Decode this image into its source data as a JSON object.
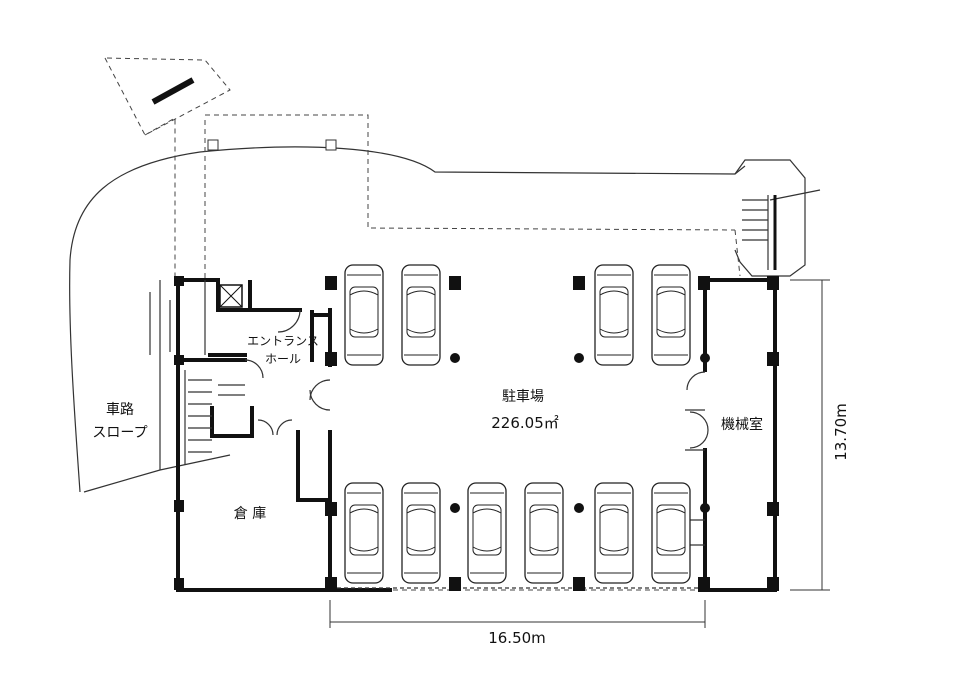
{
  "rooms": {
    "parking": "駐車場",
    "parking_area": "226.05㎡",
    "machine_room": "機械室",
    "storage": "倉 庫",
    "entrance_line1": "エントランス",
    "entrance_line2": "ホール",
    "ramp_line1": "車路",
    "ramp_line2": "スロープ"
  },
  "dimensions": {
    "width": "16.50m",
    "depth": "13.70m"
  }
}
